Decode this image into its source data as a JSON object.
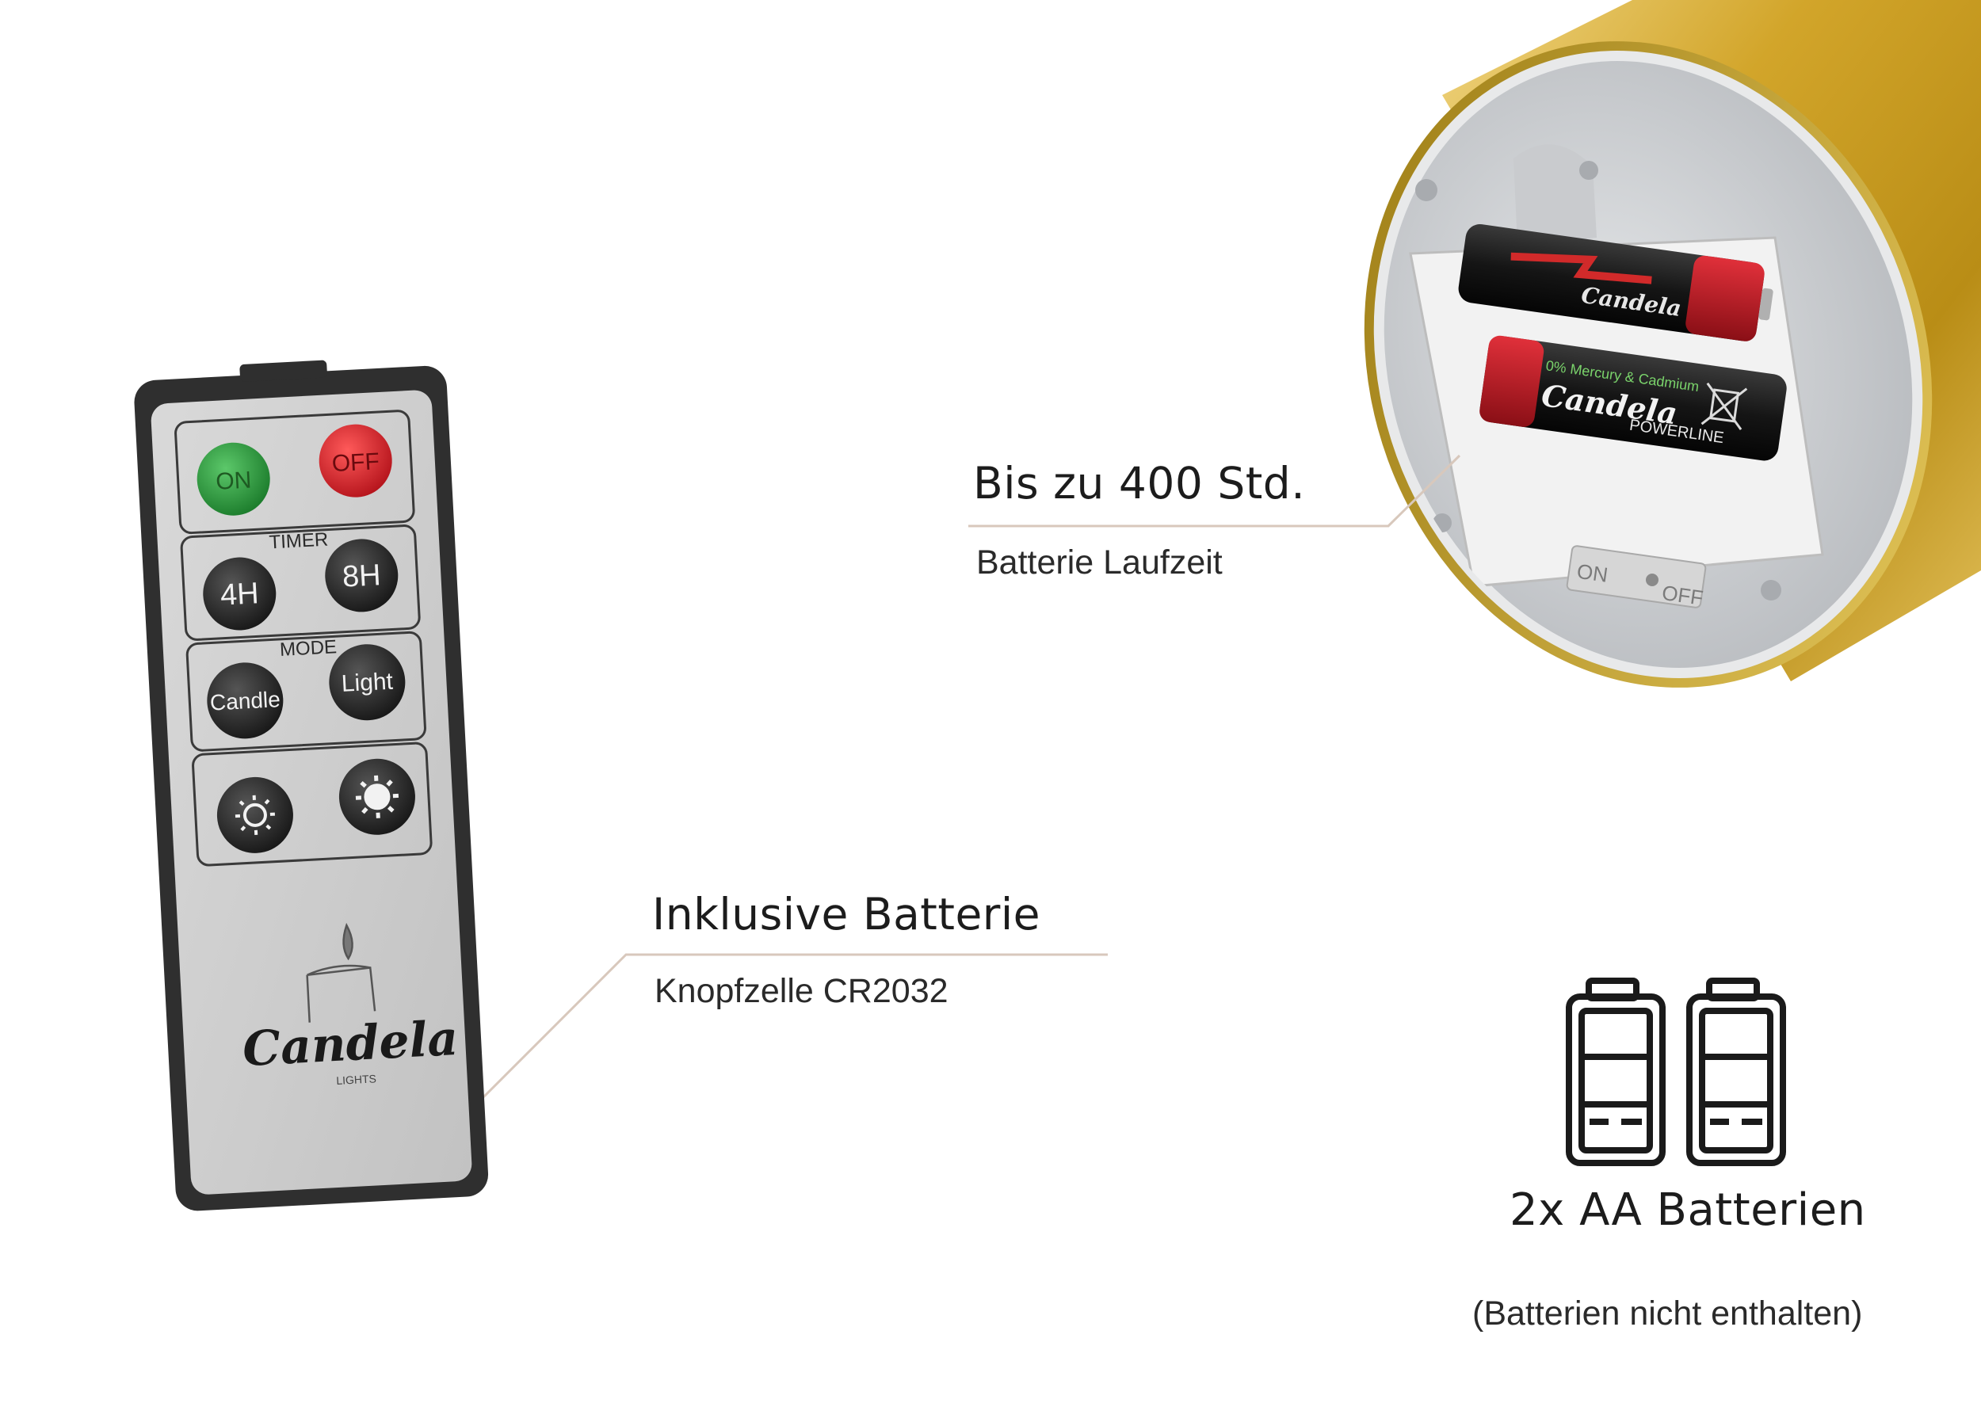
{
  "callouts": {
    "runtime": {
      "title": "Bis zu 400 Std.",
      "subtitle": "Batterie Laufzeit"
    },
    "remote_battery": {
      "title": "Inklusive Batterie",
      "subtitle": "Knopfzelle CR2032"
    },
    "aa": {
      "title": "2x AA Batterien",
      "note": "(Batterien nicht enthalten)"
    }
  },
  "remote": {
    "buttons": {
      "on": "ON",
      "off": "OFF",
      "timer_label": "TIMER",
      "timer_4h": "4H",
      "timer_8h": "8H",
      "mode_label": "MODE",
      "mode_candle": "Candle",
      "mode_light": "Light"
    },
    "brand": "Candela",
    "brand_sub": "LIGHTS"
  },
  "batteries": {
    "brand": "Candela",
    "line": "POWERLINE",
    "eco_text": "0% Mercury & Cadmium"
  },
  "switch": {
    "on": "ON",
    "off": "OFF"
  },
  "colors": {
    "gold": "#c79a1e",
    "remote_body": "#3a3a3a",
    "remote_face": "#cfcfcf",
    "button_on": "#2c9a3c",
    "button_off": "#d8232a",
    "button_dark": "#2b2b2b",
    "leader_line": "#d8c8bc"
  },
  "icons": [
    "battery-icon",
    "battery-icon",
    "sun-low-icon",
    "sun-high-icon",
    "candle-flame-icon"
  ]
}
